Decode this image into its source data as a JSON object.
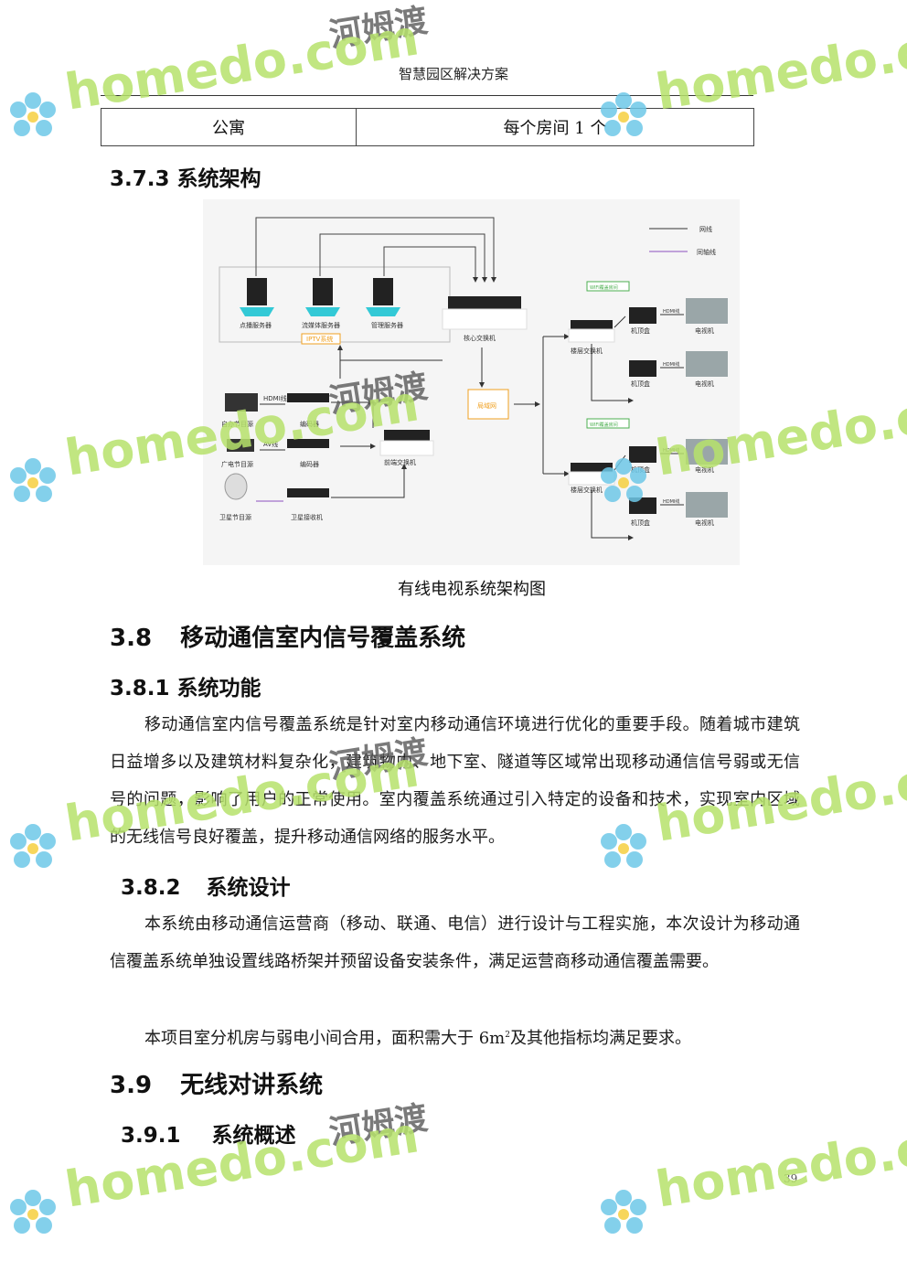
{
  "header": {
    "title": "智慧园区解决方案"
  },
  "table": {
    "rows": [
      {
        "col1": "公寓",
        "col2": "每个房间 1 个"
      }
    ]
  },
  "sections": {
    "s373": {
      "num": "3.7.3",
      "title": "系统架构"
    },
    "s38": {
      "num": "3.8",
      "title": "移动通信室内信号覆盖系统"
    },
    "s381": {
      "num": "3.8.1",
      "title": "系统功能"
    },
    "s382": {
      "num": "3.8.2",
      "title": "系统设计"
    },
    "s39": {
      "num": "3.9",
      "title": "无线对讲系统"
    },
    "s391": {
      "num": "3.9.1",
      "title": "系统概述"
    }
  },
  "diagram": {
    "caption": "有线电视系统架构图",
    "legend": {
      "line1": "网线",
      "line2": "同轴线"
    },
    "servers": [
      "点播服务器",
      "流媒体服务器",
      "管理服务器"
    ],
    "iptv": "IPTV系统",
    "core_switch": "核心交换机",
    "lan": "局域网",
    "frontend_switch": "前端交换机",
    "sources": [
      "自办节目源",
      "广电节目源",
      "卫星节目源"
    ],
    "hdmi": "HDMI线",
    "av": "AV线",
    "encoders": [
      "编码器",
      "编码器",
      "卫星接收机"
    ],
    "floor_switch": "楼层交换机",
    "wifi": "WIFI覆盖房间",
    "stb": "机顶盒",
    "tv": "电视机",
    "hdmi_short": "HDMI线"
  },
  "paragraphs": {
    "p1": "移动通信室内信号覆盖系统是针对室内移动通信环境进行优化的重要手段。随着城市建筑日益增多以及建筑材料复杂化，建筑物内、地下室、隧道等区域常出现移动通信信号弱或无信号的问题，影响了用户的正常使用。室内覆盖系统通过引入特定的设备和技术，实现室内区域的无线信号良好覆盖，提升移动通信网络的服务水平。",
    "p2": "本系统由移动通信运营商（移动、联通、电信）进行设计与工程实施，本次设计为移动通信覆盖系统单独设置线路桥架并预留设备安装条件，满足运营商移动通信覆盖需要。",
    "p3_prefix": "本项目室分机房与弱电小间合用，面积需大于 6m",
    "p3_sup": "2",
    "p3_suffix": "及其他指标均满足要求。"
  },
  "page_number": "39",
  "watermark": {
    "en": "homedo.com",
    "cn": "河姆渡"
  },
  "colors": {
    "watermark_green": "#b7e26c",
    "lan_orange": "#f0a020"
  }
}
